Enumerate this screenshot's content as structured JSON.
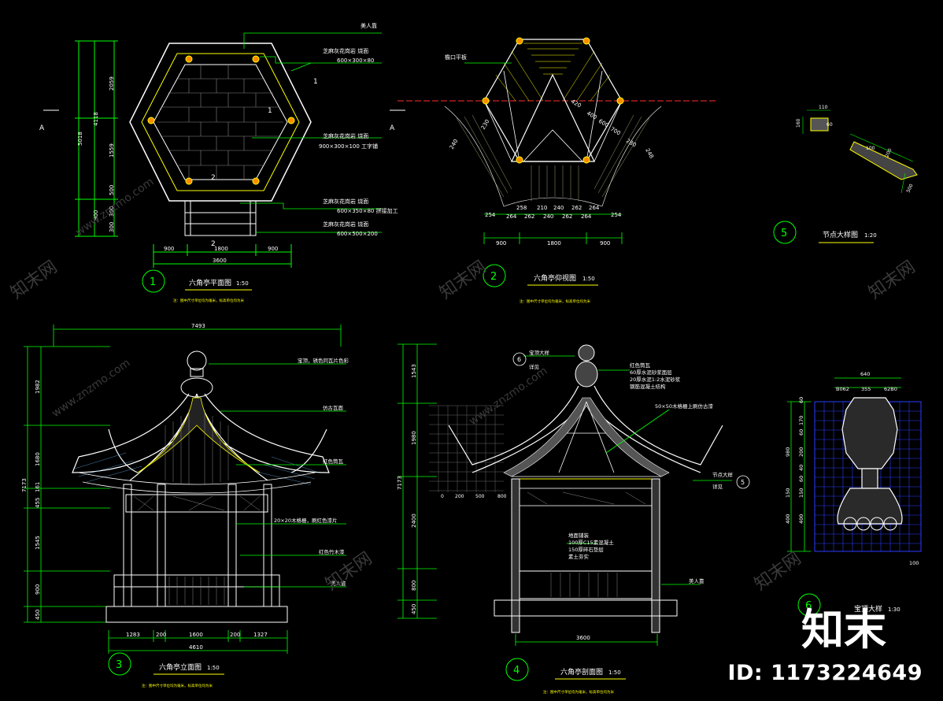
{
  "drawings": [
    {
      "number": "1",
      "title": "六角亭平面图",
      "scale": "1:50",
      "note": "注：图中尺寸单位均为毫米，标高单位均为米"
    },
    {
      "number": "2",
      "title": "六角亭仰视图",
      "scale": "1:50",
      "note": "注：图中尺寸单位均为毫米，标高单位均为米"
    },
    {
      "number": "3",
      "title": "六角亭立面图",
      "scale": "1:50",
      "note": "注：图中尺寸单位均为毫米，标高单位均为米"
    },
    {
      "number": "4",
      "title": "六角亭剖面图",
      "scale": "1:50",
      "note": "注：图中尺寸单位均为毫米，标高单位均为米"
    },
    {
      "number": "5",
      "title": "节点大样图",
      "scale": "1:20"
    },
    {
      "number": "6",
      "title": "宝顶大样",
      "scale": "1:30"
    }
  ],
  "plan": {
    "section_marks": [
      "A",
      "A"
    ],
    "labels": [
      "美人靠",
      "芝麻灰花岗岩 烧面",
      "600×300×80",
      "芝麻灰花岗岩 烧面",
      "600×350×80 拼接加工",
      "芝麻灰花岗岩 烧面",
      "600×500×200",
      "芝麻灰花岗岩 烧面",
      "900×300×100 工字铺"
    ],
    "dims_bottom": [
      "900",
      "1800",
      "900",
      "3600"
    ],
    "dims_left": [
      "2059",
      "1559",
      "4118",
      "5018",
      "500",
      "900",
      "300",
      "300"
    ],
    "markers": [
      "1",
      "1",
      "2",
      "2"
    ]
  },
  "ceiling": {
    "labels": [
      "檐口平板"
    ],
    "dims_bottom": [
      "900",
      "1800",
      "900"
    ],
    "dims_rafters": [
      "254",
      "264",
      "262",
      "240",
      "262",
      "264",
      "254",
      "258",
      "210",
      "240",
      "262",
      "264"
    ],
    "dims_side": [
      "240",
      "248"
    ],
    "dims_diag": [
      "230",
      "420",
      "400",
      "600",
      "700",
      "280"
    ]
  },
  "elevation": {
    "dims_top": "7493",
    "dims_left": [
      "1982",
      "1680",
      "455",
      "161",
      "1545",
      "900",
      "450",
      "7173"
    ],
    "dims_bottom": [
      "1283",
      "200",
      "1600",
      "200",
      "1327",
      "4610"
    ],
    "labels": [
      "宝顶，锈色同瓦片色彩",
      "仿古瓦面",
      "红色筒瓦",
      "20×20木格栅，刷红色漆片",
      "红色竹木漆",
      "美人靠"
    ]
  },
  "section": {
    "dims_left": [
      "1543",
      "1980",
      "2400",
      "800",
      "450",
      "7173"
    ],
    "dims_bottom": [
      "3600"
    ],
    "grid_labels": [
      "0",
      "200",
      "500",
      "800"
    ],
    "labels": [
      "宝顶大样",
      "详见",
      "红色筒瓦",
      "60厚水泥砂浆面层",
      "20厚水泥1:2水泥砂浆",
      "钢筋混凝土结构",
      "50×50木格栅上刷仿古漆",
      "节点大样",
      "详见",
      "美人靠",
      "地面铺装",
      "100厚C15素混凝土",
      "150厚碎石垫层",
      "素土夯实"
    ],
    "callouts": [
      "6",
      "5"
    ]
  },
  "detail5": {
    "dims": [
      "110",
      "160",
      "60",
      "100",
      "200",
      "500"
    ]
  },
  "finial": {
    "dims_top": [
      "640",
      "B062",
      "355",
      "62B0"
    ],
    "dims_left": [
      "980",
      "60",
      "170",
      "60",
      "200",
      "40",
      "60",
      "150",
      "150",
      "400",
      "400"
    ],
    "dims_bottom": [
      "100"
    ]
  },
  "watermark": {
    "site": "www.znzmo.com",
    "brand": "知末网",
    "logo": "知末",
    "id": "ID: 1173224649"
  },
  "colors": {
    "dim": "#00ff00",
    "outline": "#ffffff",
    "accent": "#ffff00",
    "hatch": "#00bfff",
    "cad_blue": "#2a3cff",
    "highlight": "#ff8c00"
  }
}
